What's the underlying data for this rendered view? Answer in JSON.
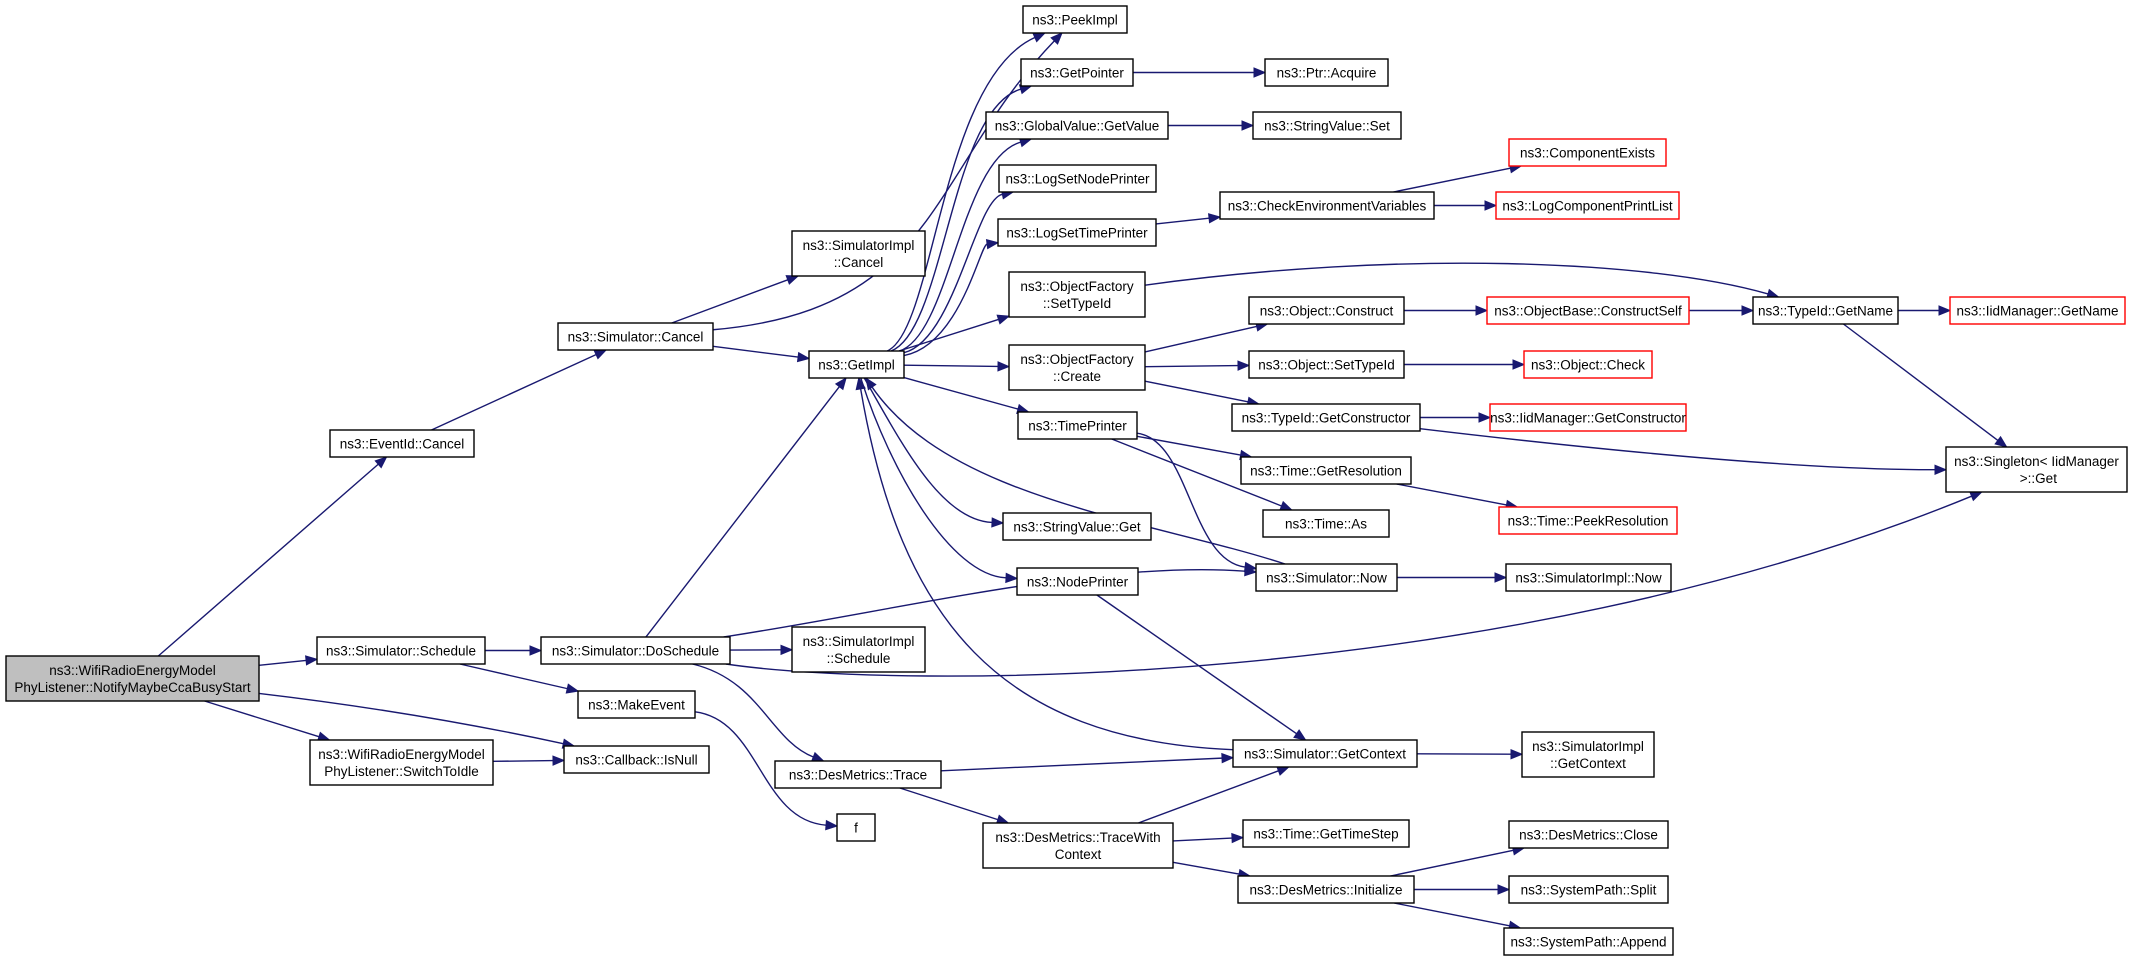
{
  "graph": {
    "colors": {
      "edge": "#191970",
      "node_border": "#000000",
      "node_border_unresolved": "#ff0000",
      "root_fill": "#bfbfbf",
      "node_fill": "#ffffff"
    },
    "nodes": [
      {
        "id": "root",
        "lines": [
          "ns3::WifiRadioEnergyModel",
          "PhyListener::NotifyMaybeCcaBusyStart"
        ],
        "style": "root"
      },
      {
        "id": "eventid_cancel",
        "lines": [
          "ns3::EventId::Cancel"
        ],
        "style": "normal"
      },
      {
        "id": "sim_schedule",
        "lines": [
          "ns3::Simulator::Schedule"
        ],
        "style": "normal"
      },
      {
        "id": "switchtoidle",
        "lines": [
          "ns3::WifiRadioEnergyModel",
          "PhyListener::SwitchToIdle"
        ],
        "style": "normal"
      },
      {
        "id": "sim_cancel",
        "lines": [
          "ns3::Simulator::Cancel"
        ],
        "style": "normal"
      },
      {
        "id": "sim_doschedule",
        "lines": [
          "ns3::Simulator::DoSchedule"
        ],
        "style": "normal"
      },
      {
        "id": "makeevent",
        "lines": [
          "ns3::MakeEvent"
        ],
        "style": "normal"
      },
      {
        "id": "callback_isnull",
        "lines": [
          "ns3::Callback::IsNull"
        ],
        "style": "normal"
      },
      {
        "id": "simimpl_cancel",
        "lines": [
          "ns3::SimulatorImpl",
          "::Cancel"
        ],
        "style": "normal"
      },
      {
        "id": "getimpl",
        "lines": [
          "ns3::GetImpl"
        ],
        "style": "normal"
      },
      {
        "id": "simimpl_schedule",
        "lines": [
          "ns3::SimulatorImpl",
          "::Schedule"
        ],
        "style": "normal"
      },
      {
        "id": "desmetrics_trace",
        "lines": [
          "ns3::DesMetrics::Trace"
        ],
        "style": "normal"
      },
      {
        "id": "f",
        "lines": [
          "f"
        ],
        "style": "normal"
      },
      {
        "id": "peekimpl",
        "lines": [
          "ns3::PeekImpl"
        ],
        "style": "normal"
      },
      {
        "id": "getpointer",
        "lines": [
          "ns3::GetPointer"
        ],
        "style": "normal"
      },
      {
        "id": "globalvalue_getvalue",
        "lines": [
          "ns3::GlobalValue::GetValue"
        ],
        "style": "normal"
      },
      {
        "id": "logsetnodeprinter",
        "lines": [
          "ns3::LogSetNodePrinter"
        ],
        "style": "normal"
      },
      {
        "id": "logsettimeprinter",
        "lines": [
          "ns3::LogSetTimePrinter"
        ],
        "style": "normal"
      },
      {
        "id": "objfactory_settypeid",
        "lines": [
          "ns3::ObjectFactory",
          "::SetTypeId"
        ],
        "style": "normal"
      },
      {
        "id": "objfactory_create",
        "lines": [
          "ns3::ObjectFactory",
          "::Create"
        ],
        "style": "normal"
      },
      {
        "id": "timeprinter",
        "lines": [
          "ns3::TimePrinter"
        ],
        "style": "normal"
      },
      {
        "id": "stringvalue_get",
        "lines": [
          "ns3::StringValue::Get"
        ],
        "style": "normal"
      },
      {
        "id": "nodeprinter",
        "lines": [
          "ns3::NodePrinter"
        ],
        "style": "normal"
      },
      {
        "id": "desmetrics_tracewithcontext",
        "lines": [
          "ns3::DesMetrics::TraceWith",
          "Context"
        ],
        "style": "normal"
      },
      {
        "id": "ptr_acquire",
        "lines": [
          "ns3::Ptr::Acquire"
        ],
        "style": "normal"
      },
      {
        "id": "stringvalue_set",
        "lines": [
          "ns3::StringValue::Set"
        ],
        "style": "normal"
      },
      {
        "id": "checkenvvars",
        "lines": [
          "ns3::CheckEnvironmentVariables"
        ],
        "style": "normal"
      },
      {
        "id": "object_construct",
        "lines": [
          "ns3::Object::Construct"
        ],
        "style": "normal"
      },
      {
        "id": "object_settypeid",
        "lines": [
          "ns3::Object::SetTypeId"
        ],
        "style": "normal"
      },
      {
        "id": "typeid_getconstructor",
        "lines": [
          "ns3::TypeId::GetConstructor"
        ],
        "style": "normal"
      },
      {
        "id": "time_getresolution",
        "lines": [
          "ns3::Time::GetResolution"
        ],
        "style": "normal"
      },
      {
        "id": "time_as",
        "lines": [
          "ns3::Time::As"
        ],
        "style": "normal"
      },
      {
        "id": "sim_now",
        "lines": [
          "ns3::Simulator::Now"
        ],
        "style": "normal"
      },
      {
        "id": "sim_getcontext",
        "lines": [
          "ns3::Simulator::GetContext"
        ],
        "style": "normal"
      },
      {
        "id": "time_gettimestep",
        "lines": [
          "ns3::Time::GetTimeStep"
        ],
        "style": "normal"
      },
      {
        "id": "desmetrics_initialize",
        "lines": [
          "ns3::DesMetrics::Initialize"
        ],
        "style": "normal"
      },
      {
        "id": "componentexists",
        "lines": [
          "ns3::ComponentExists"
        ],
        "style": "unresolved"
      },
      {
        "id": "logcomponentprintlist",
        "lines": [
          "ns3::LogComponentPrintList"
        ],
        "style": "unresolved"
      },
      {
        "id": "objectbase_constructself",
        "lines": [
          "ns3::ObjectBase::ConstructSelf"
        ],
        "style": "unresolved"
      },
      {
        "id": "object_check",
        "lines": [
          "ns3::Object::Check"
        ],
        "style": "unresolved"
      },
      {
        "id": "iidmanager_getconstructor",
        "lines": [
          "ns3::IidManager::GetConstructor"
        ],
        "style": "unresolved"
      },
      {
        "id": "time_peekresolution",
        "lines": [
          "ns3::Time::PeekResolution"
        ],
        "style": "unresolved"
      },
      {
        "id": "simimpl_now",
        "lines": [
          "ns3::SimulatorImpl::Now"
        ],
        "style": "normal"
      },
      {
        "id": "simimpl_getcontext",
        "lines": [
          "ns3::SimulatorImpl",
          "::GetContext"
        ],
        "style": "normal"
      },
      {
        "id": "desmetrics_close",
        "lines": [
          "ns3::DesMetrics::Close"
        ],
        "style": "normal"
      },
      {
        "id": "systempath_split",
        "lines": [
          "ns3::SystemPath::Split"
        ],
        "style": "normal"
      },
      {
        "id": "systempath_append",
        "lines": [
          "ns3::SystemPath::Append"
        ],
        "style": "normal"
      },
      {
        "id": "typeid_getname",
        "lines": [
          "ns3::TypeId::GetName"
        ],
        "style": "normal"
      },
      {
        "id": "iidmanager_getname",
        "lines": [
          "ns3::IidManager::GetName"
        ],
        "style": "unresolved"
      },
      {
        "id": "singleton_get",
        "lines": [
          "ns3::Singleton< IidManager",
          " >::Get"
        ],
        "style": "normal"
      }
    ],
    "edges": [
      [
        "root",
        "eventid_cancel"
      ],
      [
        "root",
        "sim_schedule"
      ],
      [
        "root",
        "callback_isnull"
      ],
      [
        "root",
        "switchtoidle"
      ],
      [
        "eventid_cancel",
        "sim_cancel"
      ],
      [
        "sim_cancel",
        "simimpl_cancel"
      ],
      [
        "sim_cancel",
        "getimpl"
      ],
      [
        "sim_cancel",
        "peekimpl"
      ],
      [
        "sim_schedule",
        "sim_doschedule"
      ],
      [
        "sim_schedule",
        "makeevent"
      ],
      [
        "switchtoidle",
        "callback_isnull"
      ],
      [
        "sim_doschedule",
        "getimpl"
      ],
      [
        "sim_doschedule",
        "simimpl_schedule"
      ],
      [
        "sim_doschedule",
        "desmetrics_trace"
      ],
      [
        "sim_doschedule",
        "sim_now"
      ],
      [
        "sim_doschedule",
        "singleton_get"
      ],
      [
        "makeevent",
        "f"
      ],
      [
        "getimpl",
        "peekimpl"
      ],
      [
        "getimpl",
        "getpointer"
      ],
      [
        "getimpl",
        "globalvalue_getvalue"
      ],
      [
        "getimpl",
        "logsetnodeprinter"
      ],
      [
        "getimpl",
        "logsettimeprinter"
      ],
      [
        "getimpl",
        "objfactory_settypeid"
      ],
      [
        "getimpl",
        "objfactory_create"
      ],
      [
        "getimpl",
        "timeprinter"
      ],
      [
        "getimpl",
        "stringvalue_get"
      ],
      [
        "getimpl",
        "nodeprinter"
      ],
      [
        "getpointer",
        "ptr_acquire"
      ],
      [
        "globalvalue_getvalue",
        "stringvalue_set"
      ],
      [
        "logsettimeprinter",
        "checkenvvars"
      ],
      [
        "checkenvvars",
        "componentexists"
      ],
      [
        "checkenvvars",
        "logcomponentprintlist"
      ],
      [
        "objfactory_settypeid",
        "typeid_getname"
      ],
      [
        "objfactory_create",
        "object_construct"
      ],
      [
        "objfactory_create",
        "object_settypeid"
      ],
      [
        "objfactory_create",
        "typeid_getconstructor"
      ],
      [
        "object_construct",
        "objectbase_constructself"
      ],
      [
        "objectbase_constructself",
        "typeid_getname"
      ],
      [
        "object_settypeid",
        "object_check"
      ],
      [
        "typeid_getconstructor",
        "iidmanager_getconstructor"
      ],
      [
        "typeid_getconstructor",
        "singleton_get"
      ],
      [
        "typeid_getname",
        "iidmanager_getname"
      ],
      [
        "typeid_getname",
        "singleton_get"
      ],
      [
        "timeprinter",
        "time_getresolution"
      ],
      [
        "timeprinter",
        "time_as"
      ],
      [
        "timeprinter",
        "sim_now"
      ],
      [
        "time_getresolution",
        "time_peekresolution"
      ],
      [
        "sim_now",
        "getimpl"
      ],
      [
        "sim_now",
        "simimpl_now"
      ],
      [
        "nodeprinter",
        "sim_getcontext"
      ],
      [
        "sim_getcontext",
        "getimpl"
      ],
      [
        "sim_getcontext",
        "simimpl_getcontext"
      ],
      [
        "desmetrics_trace",
        "sim_getcontext"
      ],
      [
        "desmetrics_trace",
        "desmetrics_tracewithcontext"
      ],
      [
        "desmetrics_tracewithcontext",
        "sim_getcontext"
      ],
      [
        "desmetrics_tracewithcontext",
        "time_gettimestep"
      ],
      [
        "desmetrics_tracewithcontext",
        "desmetrics_initialize"
      ],
      [
        "desmetrics_initialize",
        "desmetrics_close"
      ],
      [
        "desmetrics_initialize",
        "systempath_split"
      ],
      [
        "desmetrics_initialize",
        "systempath_append"
      ]
    ]
  }
}
